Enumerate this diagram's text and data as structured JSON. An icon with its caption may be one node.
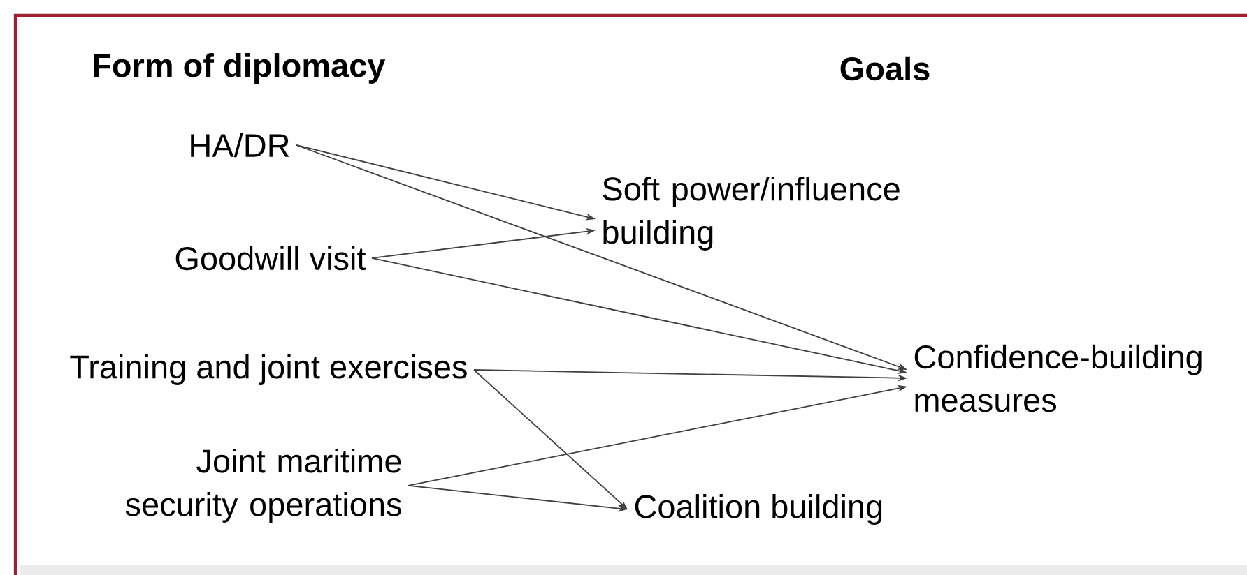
{
  "diagram": {
    "nodes": [
      {
        "text": [
          "HA/DR"
        ]
      },
      {
        "text": [
          "Goodwill visit"
        ]
      },
      {
        "text": [
          "Training and joint exercises"
        ]
      },
      {
        "text": [
          "Joint maritime security operations"
        ]
      },
      {
        "text": [
          "Soft power/influence building"
        ]
      },
      {
        "text": [
          "Confidence-building measures"
        ]
      },
      {
        "text": [
          "Coalition building"
        ]
      }
    ],
    "edges": [
      {
        "from": 0,
        "to": 4,
        "arrow": "to"
      },
      {
        "from": 0,
        "to": 5,
        "arrow": "to"
      },
      {
        "from": 1,
        "to": 4,
        "arrow": "to"
      },
      {
        "from": 1,
        "to": 5,
        "arrow": "to"
      },
      {
        "from": 2,
        "to": 5,
        "arrow": "to"
      },
      {
        "from": 2,
        "to": 6,
        "arrow": "to"
      },
      {
        "from": 3,
        "to": 5,
        "arrow": "to"
      },
      {
        "from": 3,
        "to": 6,
        "arrow": "to"
      }
    ],
    "labels": [
      "Form of diplomacy",
      "Goals"
    ]
  }
}
